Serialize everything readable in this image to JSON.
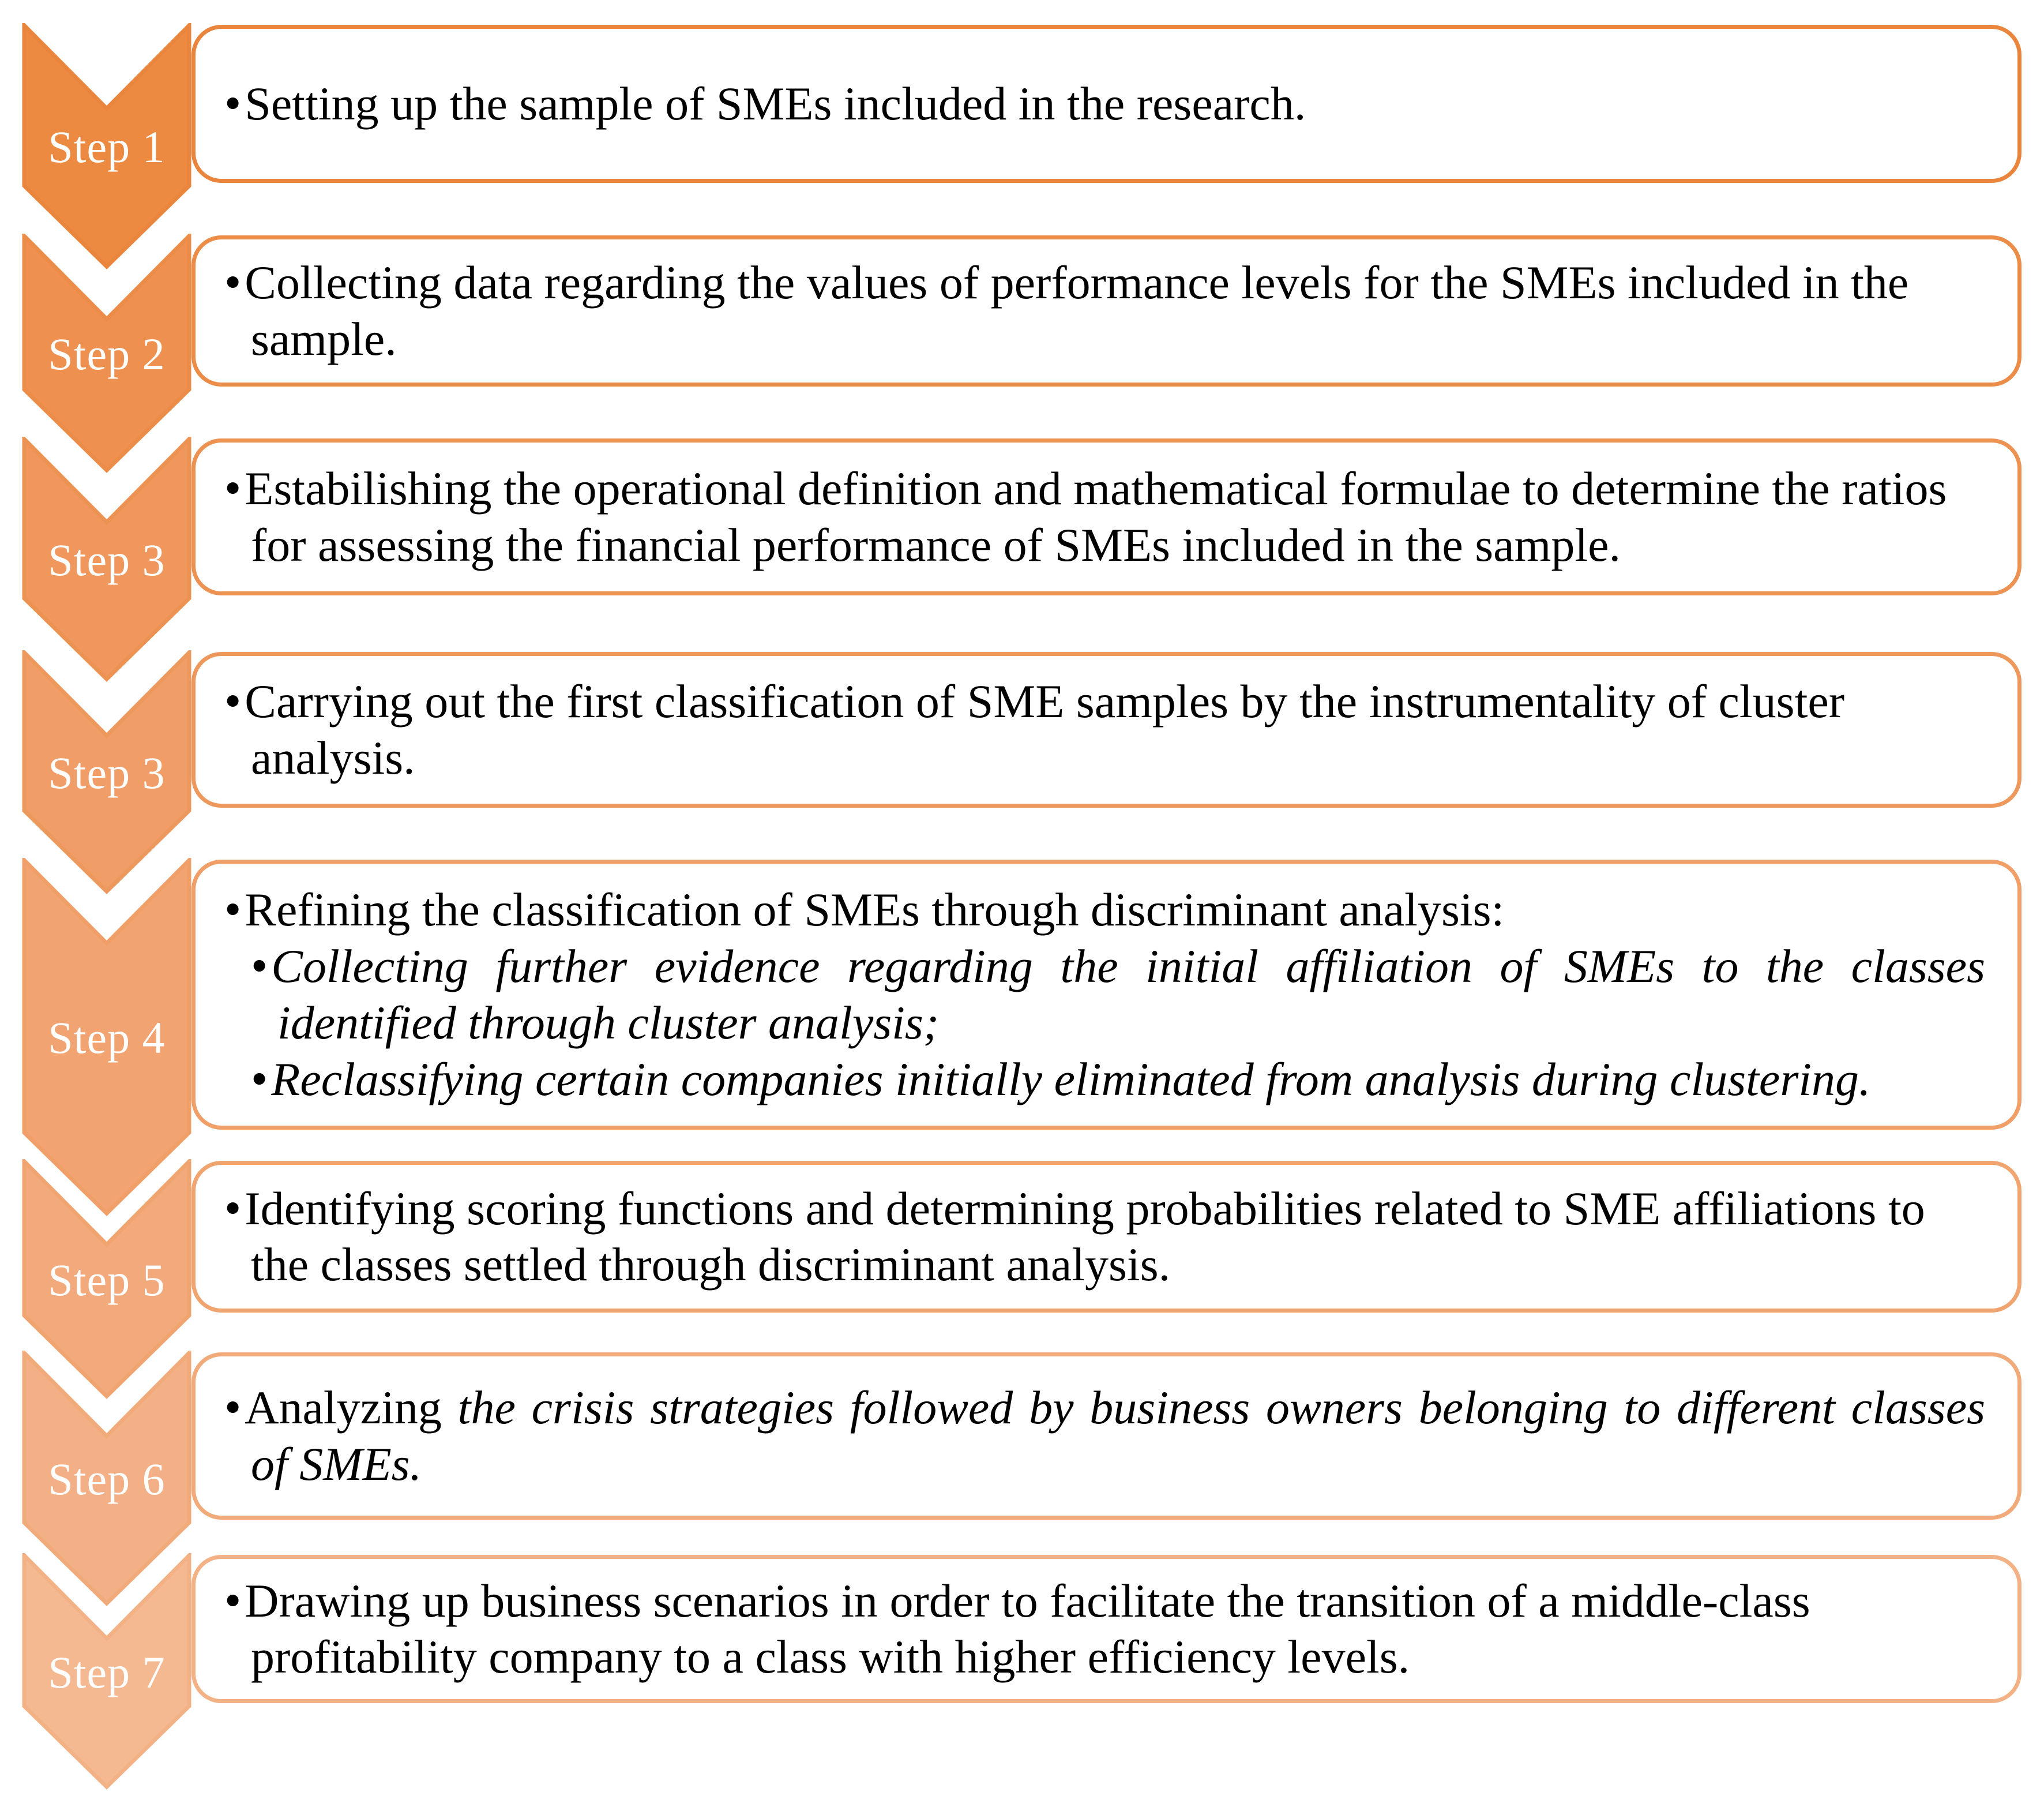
{
  "diagram": {
    "bullet_glyph": "•",
    "colors": {
      "background": "#FFFFFF",
      "box_fill": "#FFFFFF",
      "text": "#000000",
      "label_text": "#FFFFFF",
      "chevron_fills": [
        "#EC8A41",
        "#EE9150",
        "#EF975C",
        "#F09D67",
        "#F1A371",
        "#F2A97C",
        "#F3B087",
        "#F5B992"
      ],
      "row_accents": [
        "#E9853D",
        "#EB8C48",
        "#EC9252",
        "#ED985D",
        "#EF9F67",
        "#F0A571",
        "#F1AB7B",
        "#F3B286"
      ]
    },
    "steps": [
      {
        "label": "Step 1",
        "bullets": [
          {
            "level": 1,
            "justify": false,
            "segments": [
              {
                "text": "Setting up the sample of SMEs included in the research.",
                "italic": false
              }
            ]
          }
        ]
      },
      {
        "label": "Step 2",
        "bullets": [
          {
            "level": 1,
            "justify": false,
            "segments": [
              {
                "text": "Collecting data regarding the values of performance levels for the SMEs included in the sample.",
                "italic": false
              }
            ]
          }
        ]
      },
      {
        "label": "Step 3",
        "bullets": [
          {
            "level": 1,
            "justify": false,
            "segments": [
              {
                "text": "Estabilishing the operational definition and mathematical formulae to determine the ratios for assessing the financial performance of SMEs included in the sample.",
                "italic": false
              }
            ]
          }
        ]
      },
      {
        "label": "Step 3",
        "bullets": [
          {
            "level": 1,
            "justify": false,
            "segments": [
              {
                "text": "Carrying out the first classification of SME samples by the instrumentality of cluster analysis.",
                "italic": false
              }
            ]
          }
        ]
      },
      {
        "label": "Step 4",
        "bullets": [
          {
            "level": 1,
            "justify": false,
            "segments": [
              {
                "text": "Refining the classification of SMEs through discriminant analysis:",
                "italic": false
              }
            ]
          },
          {
            "level": 2,
            "justify": true,
            "segments": [
              {
                "text": "Collecting further evidence regarding the initial affiliation of SMEs to the classes identified through cluster analysis;",
                "italic": true
              }
            ]
          },
          {
            "level": 2,
            "justify": true,
            "segments": [
              {
                "text": "Reclassifying certain companies initially eliminated from analysis during clustering.",
                "italic": true
              }
            ]
          }
        ]
      },
      {
        "label": "Step 5",
        "bullets": [
          {
            "level": 1,
            "justify": false,
            "segments": [
              {
                "text": "Identifying scoring functions and determining probabilities related to SME affiliations to the classes settled through discriminant analysis.",
                "italic": false
              }
            ]
          }
        ]
      },
      {
        "label": "Step 6",
        "bullets": [
          {
            "level": 1,
            "justify": true,
            "segments": [
              {
                "text": "Analyzing ",
                "italic": false
              },
              {
                "text": "the crisis strategies followed by business owners belonging to different classes of SMEs.",
                "italic": true
              }
            ]
          }
        ]
      },
      {
        "label": "Step 7",
        "bullets": [
          {
            "level": 1,
            "justify": false,
            "segments": [
              {
                "text": "Drawing up business scenarios in order to facilitate the transition of a middle-class profitability company to a class with higher efficiency levels.",
                "italic": false
              }
            ]
          }
        ]
      }
    ]
  }
}
